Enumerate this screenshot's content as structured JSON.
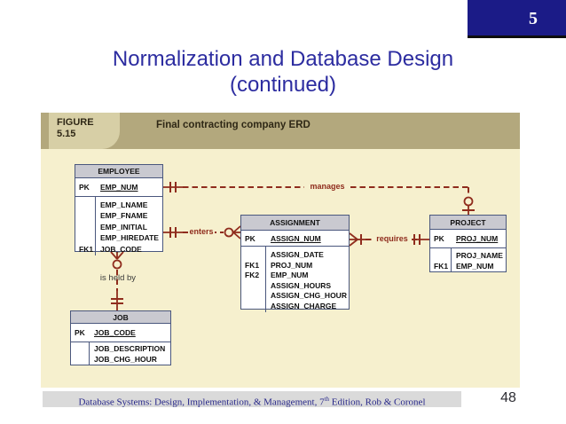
{
  "slide": {
    "chapter_number": "5",
    "title": {
      "line1": "Normalization and Database Design",
      "line2": "(continued)"
    },
    "footer": {
      "text_pre": "Database Systems: Design, Implementation, & Management, 7",
      "sup": "th",
      "text_post": " Edition, Rob & Coronel",
      "page_number": "48"
    }
  },
  "figure": {
    "label_title": "FIGURE",
    "label_number": "5.15",
    "caption": "Final contracting company ERD"
  },
  "erd": {
    "colors": {
      "relationship_line": "#8f2c1d",
      "table_border": "#4a577d",
      "table_header_bg": "#c9c9d0",
      "canvas_bg": "#f6f0ce",
      "band_bg": "#b3a87d",
      "label_box_bg": "#d7cfa6",
      "title_color": "#2c2ca0",
      "chapter_box_bg": "#1b1b87",
      "footer_text_color": "#28288a"
    },
    "entities": [
      {
        "name": "EMPLOYEE",
        "pk_row": {
          "key": "PK",
          "attr": "EMP_NUM"
        },
        "rows": [
          {
            "key": "",
            "attr": "EMP_LNAME"
          },
          {
            "key": "",
            "attr": "EMP_FNAME"
          },
          {
            "key": "",
            "attr": "EMP_INITIAL"
          },
          {
            "key": "",
            "attr": "EMP_HIREDATE"
          },
          {
            "key": "FK1",
            "attr": "JOB_CODE"
          }
        ]
      },
      {
        "name": "ASSIGNMENT",
        "pk_row": {
          "key": "PK",
          "attr": "ASSIGN_NUM"
        },
        "rows": [
          {
            "key": "",
            "attr": "ASSIGN_DATE"
          },
          {
            "key": "FK1",
            "attr": "PROJ_NUM"
          },
          {
            "key": "FK2",
            "attr": "EMP_NUM"
          },
          {
            "key": "",
            "attr": "ASSIGN_HOURS"
          },
          {
            "key": "",
            "attr": "ASSIGN_CHG_HOUR"
          },
          {
            "key": "",
            "attr": "ASSIGN_CHARGE"
          }
        ]
      },
      {
        "name": "PROJECT",
        "pk_row": {
          "key": "PK",
          "attr": "PROJ_NUM"
        },
        "rows": [
          {
            "key": "",
            "attr": "PROJ_NAME"
          },
          {
            "key": "FK1",
            "attr": "EMP_NUM"
          }
        ]
      },
      {
        "name": "JOB",
        "pk_row": {
          "key": "PK",
          "attr": "JOB_CODE"
        },
        "rows": [
          {
            "key": "",
            "attr": "JOB_DESCRIPTION"
          },
          {
            "key": "",
            "attr": "JOB_CHG_HOUR"
          }
        ]
      }
    ],
    "relationships": {
      "manages": "manages",
      "enters": "enters",
      "requires": "requires",
      "is_held_by": "is held by"
    }
  }
}
